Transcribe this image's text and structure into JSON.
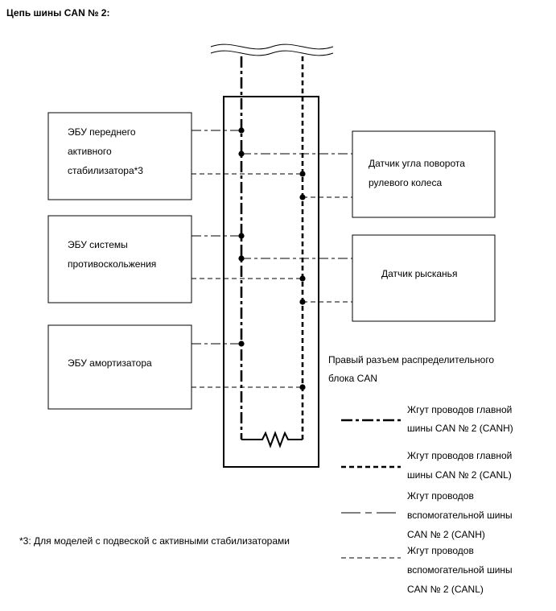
{
  "title": "Цепь шины CAN № 2:",
  "ecus": {
    "front_stabilizer": [
      "ЭБУ переднего",
      "активного",
      "стабилизатора*3"
    ],
    "skid_control": [
      "ЭБУ системы",
      "противоскольжения"
    ],
    "absorber": [
      "ЭБУ амортизатора"
    ]
  },
  "sensors": {
    "steering_angle": [
      "Датчик угла поворота",
      "рулевого колеса"
    ],
    "yaw_rate": [
      "Датчик рысканья"
    ]
  },
  "junction_label": [
    "Правый разъем распределительного",
    "блока CAN"
  ],
  "legend": [
    {
      "lines": [
        "Жгут проводов главной",
        "шины CAN № 2 (CANH)"
      ]
    },
    {
      "lines": [
        "Жгут проводов главной",
        "шины CAN № 2 (CANL)"
      ]
    },
    {
      "lines": [
        "Жгут проводов",
        "вспомогательной шины",
        "CAN № 2 (CANH)"
      ]
    },
    {
      "lines": [
        "Жгут проводов",
        "вспомогательной шины",
        "CAN № 2 (CANL)"
      ]
    }
  ],
  "footnote": "*3: Для моделей с подвеской с активными стабилизаторами"
}
